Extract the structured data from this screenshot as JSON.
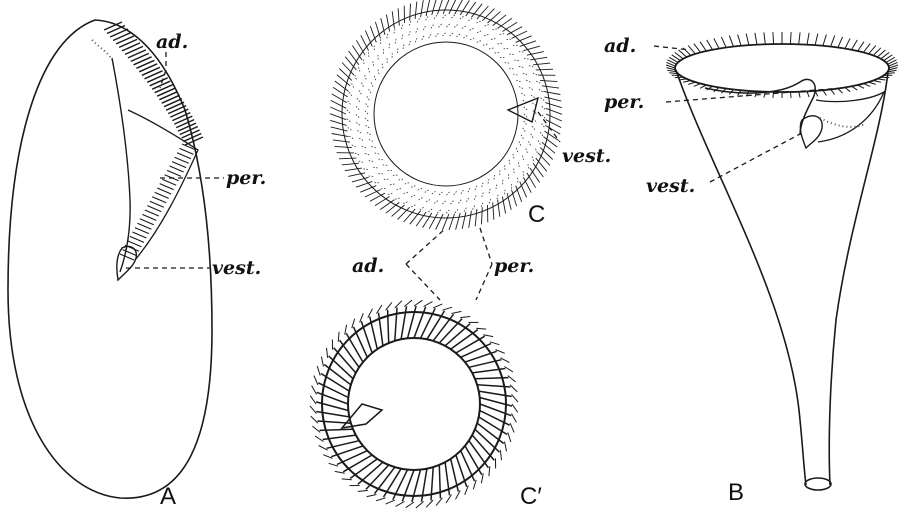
{
  "labels": {
    "ad": "ad.",
    "per": "per.",
    "vest": "vest."
  },
  "panels": {
    "A": "A",
    "B": "B",
    "C": "C",
    "C_prime": "C′"
  },
  "colors": {
    "ink": "#1a1a1a",
    "background": "#ffffff"
  }
}
